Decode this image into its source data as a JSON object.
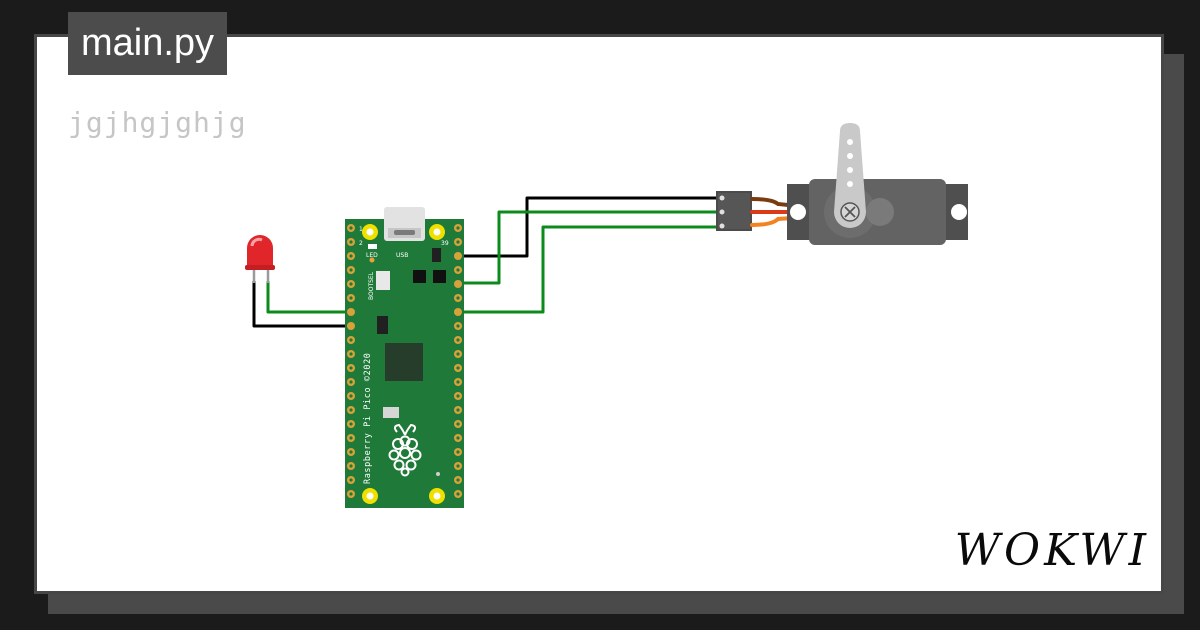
{
  "page": {
    "title": "main.py",
    "description": "jgjhgjghjg",
    "brand": "WOKWI"
  },
  "board": {
    "logo_text": "Raspberry Pi Pico ©2020",
    "led_label": "LED",
    "usb_label": "USB",
    "bootsel_label": "BOOTSEL",
    "pin_label_1": "1",
    "pin_label_2": "2",
    "pin_label_39": "39"
  },
  "colors": {
    "background": "#1b1b1b",
    "card": "#ffffff",
    "title_tab": "#4c4c4c",
    "board_green": "#1f7a3a",
    "wire_green": "#0c8a1c",
    "wire_black": "#000000",
    "led_red": "#e0262b",
    "servo_body": "#636363",
    "servo_horn": "#c9c9c9",
    "servo_wire_orange": "#f58220",
    "servo_wire_red": "#d93a1a",
    "servo_wire_brown": "#7a3b10"
  },
  "icons": {
    "raspberry": "raspberry-logo-icon"
  }
}
